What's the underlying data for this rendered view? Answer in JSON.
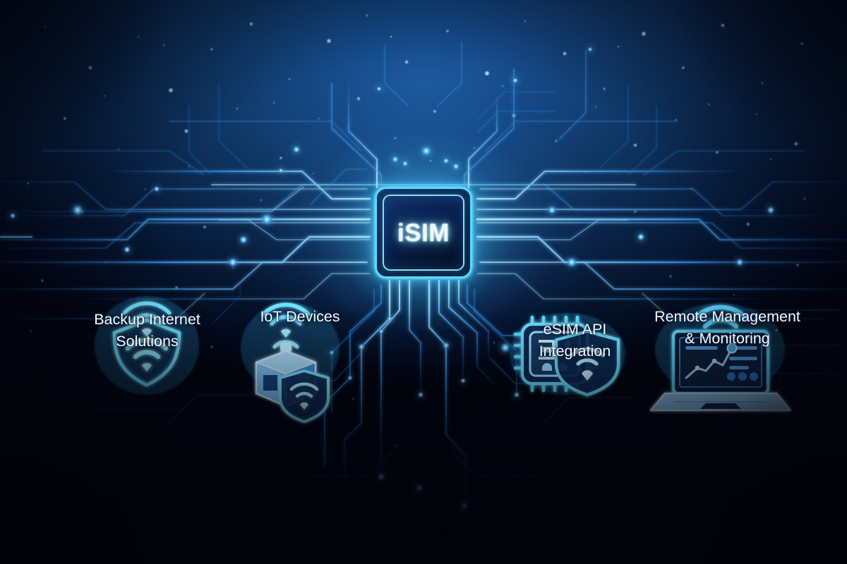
{
  "graphic": {
    "type": "technology-infographic",
    "subject": "iSIM connectivity hub",
    "background_style": "dark navy starfield with glowing circuit traces"
  },
  "colors": {
    "background_deep": "#02050e",
    "background_mid": "#0a2448",
    "background_glow": "#1d5a9e",
    "accent_cyan": "#55dbff",
    "accent_bright": "#7fe8ff",
    "trace_blue": "#2f86e0",
    "trace_light": "#8fd6ff",
    "label_text": "#f2f7ff",
    "chip_face": "#0b2250"
  },
  "chip": {
    "label": "iSIM",
    "pins_per_side": 8
  },
  "features": [
    {
      "id": "backup-internet",
      "label": "Backup Internet\nSolutions",
      "icon": "shield-wifi-icon"
    },
    {
      "id": "iot-devices",
      "label": "IoT Devices",
      "icon": "iot-cube-wifi-shield-icon"
    },
    {
      "id": "esim-api",
      "label": "eSIM API\nIntegration",
      "icon": "chip-shield-wifi-icon"
    },
    {
      "id": "remote-management",
      "label": "Remote Management\n& Monitoring",
      "icon": "laptop-analytics-wifi-icon"
    }
  ]
}
